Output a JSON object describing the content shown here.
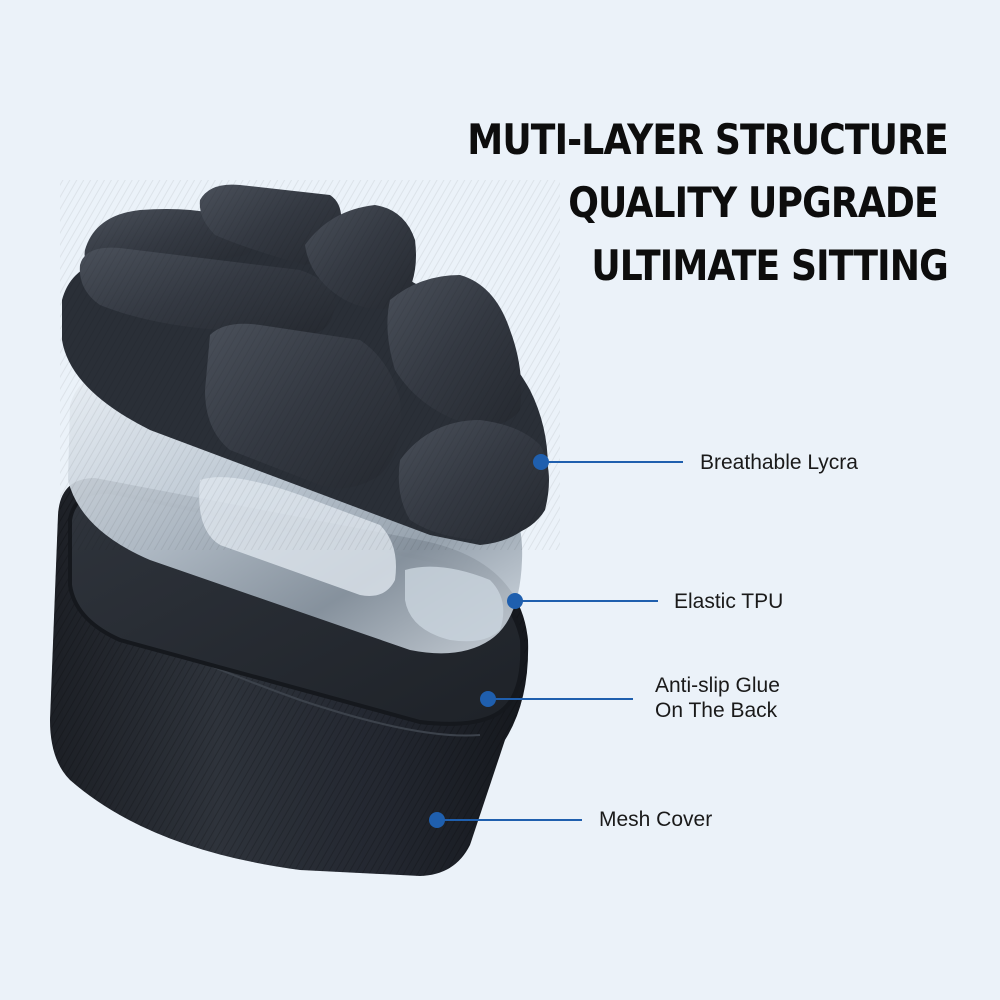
{
  "headline": {
    "lines": [
      "MUTI-LAYER STRUCTURE",
      "QUALITY UPGRADE",
      "ULTIMATE SITTING"
    ]
  },
  "product": {
    "name": "cushion-exploded-view",
    "layers": [
      "Breathable Lycra",
      "Elastic TPU",
      "Anti-slip Glue On The Back",
      "Mesh Cover"
    ]
  },
  "callouts": [
    {
      "label": "Breathable Lycra",
      "lines": [
        "Breathable Lycra"
      ]
    },
    {
      "label": "Elastic TPU",
      "lines": [
        "Elastic TPU"
      ]
    },
    {
      "label": "Anti-slip Glue On The Back",
      "lines": [
        "Anti-slip Glue",
        "On The Back"
      ]
    },
    {
      "label": "Mesh Cover",
      "lines": [
        "Mesh Cover"
      ]
    }
  ],
  "colors": {
    "background": "#ebf2f9",
    "callout_accent": "#1f5fae",
    "text": "#111111",
    "cushion_dark": "#2a2f38"
  }
}
